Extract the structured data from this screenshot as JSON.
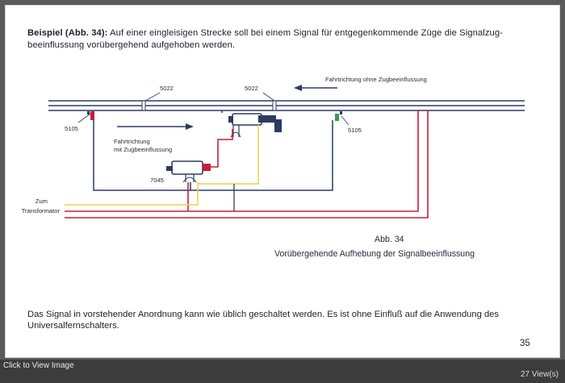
{
  "document": {
    "intro_bold": "Beispiel (Abb. 34):",
    "intro_text": "Auf einer eingleisigen Strecke soll bei einem Signal für entgegenkommende Züge die Signalzug- beeinflussung vorübergehend aufgehoben werden.",
    "bottom_text": "Das Signal in vorstehender Anordnung kann wie üblich geschaltet werden. Es ist ohne Einfluß auf die Anwendung des Universalfernschalters.",
    "page_number": "35"
  },
  "diagram": {
    "label_5022_left": "5022",
    "label_5022_right": "5022",
    "label_5105_left": "5105",
    "label_5105_right": "5105",
    "label_7045": "7045",
    "direction_without": "Fahrtrichtung ohne Zugbeeinflussung",
    "direction_with_line1": "Fahrtrichtung",
    "direction_with_line2": "mit Zugbeeinflussung",
    "zum": "Zum",
    "transformator": "Transformator",
    "caption_number": "Abb. 34",
    "caption_title": "Vorübergehende Aufhebung der Signalbeeinflussung",
    "colors": {
      "red_wire": "#c4203a",
      "yellow_wire": "#e8d24a",
      "blue_wire": "#2c3c62",
      "green_lamp": "#3c9a4a",
      "red_lamp": "#c4203a"
    }
  },
  "viewer": {
    "click_label": "Click to View Image",
    "views_label": "27 View(s)"
  }
}
